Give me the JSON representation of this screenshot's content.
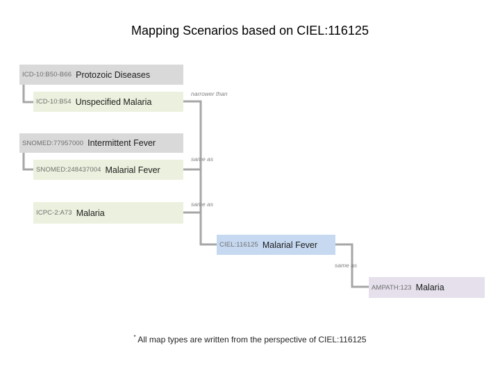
{
  "title": "Mapping Scenarios based on CIEL:116125",
  "boxes": {
    "icd_b50": {
      "code": "ICD-10:B50-B66",
      "name": "Protozoic Diseases"
    },
    "icd_b54": {
      "code": "ICD-10:B54",
      "name": "Unspecified Malaria"
    },
    "snomed_77957000": {
      "code": "SNOMED:77957000",
      "name": "Intermittent Fever"
    },
    "snomed_248437004": {
      "code": "SNOMED:248437004",
      "name": "Malarial Fever"
    },
    "icpc_a73": {
      "code": "ICPC-2:A73",
      "name": "Malaria"
    },
    "ciel_116125": {
      "code": "CIEL:116125",
      "name": "Malarial Fever"
    },
    "ampath_123": {
      "code": "AMPATH:123",
      "name": "Malaria"
    }
  },
  "relations": {
    "narrower": "narrower than",
    "same_as_snomed": "same as",
    "same_as_icpc": "same as",
    "same_as_ampath": "same as"
  },
  "colors": {
    "grey_box": "#d9d9d9",
    "green_box": "#ebf1de",
    "blue_box": "#c6d9f1",
    "purple_box": "#e5e0ec",
    "connector": "#a6a6a6"
  },
  "footnote": {
    "marker": "*",
    "text": "All map types are written from the perspective of CIEL:116125"
  }
}
